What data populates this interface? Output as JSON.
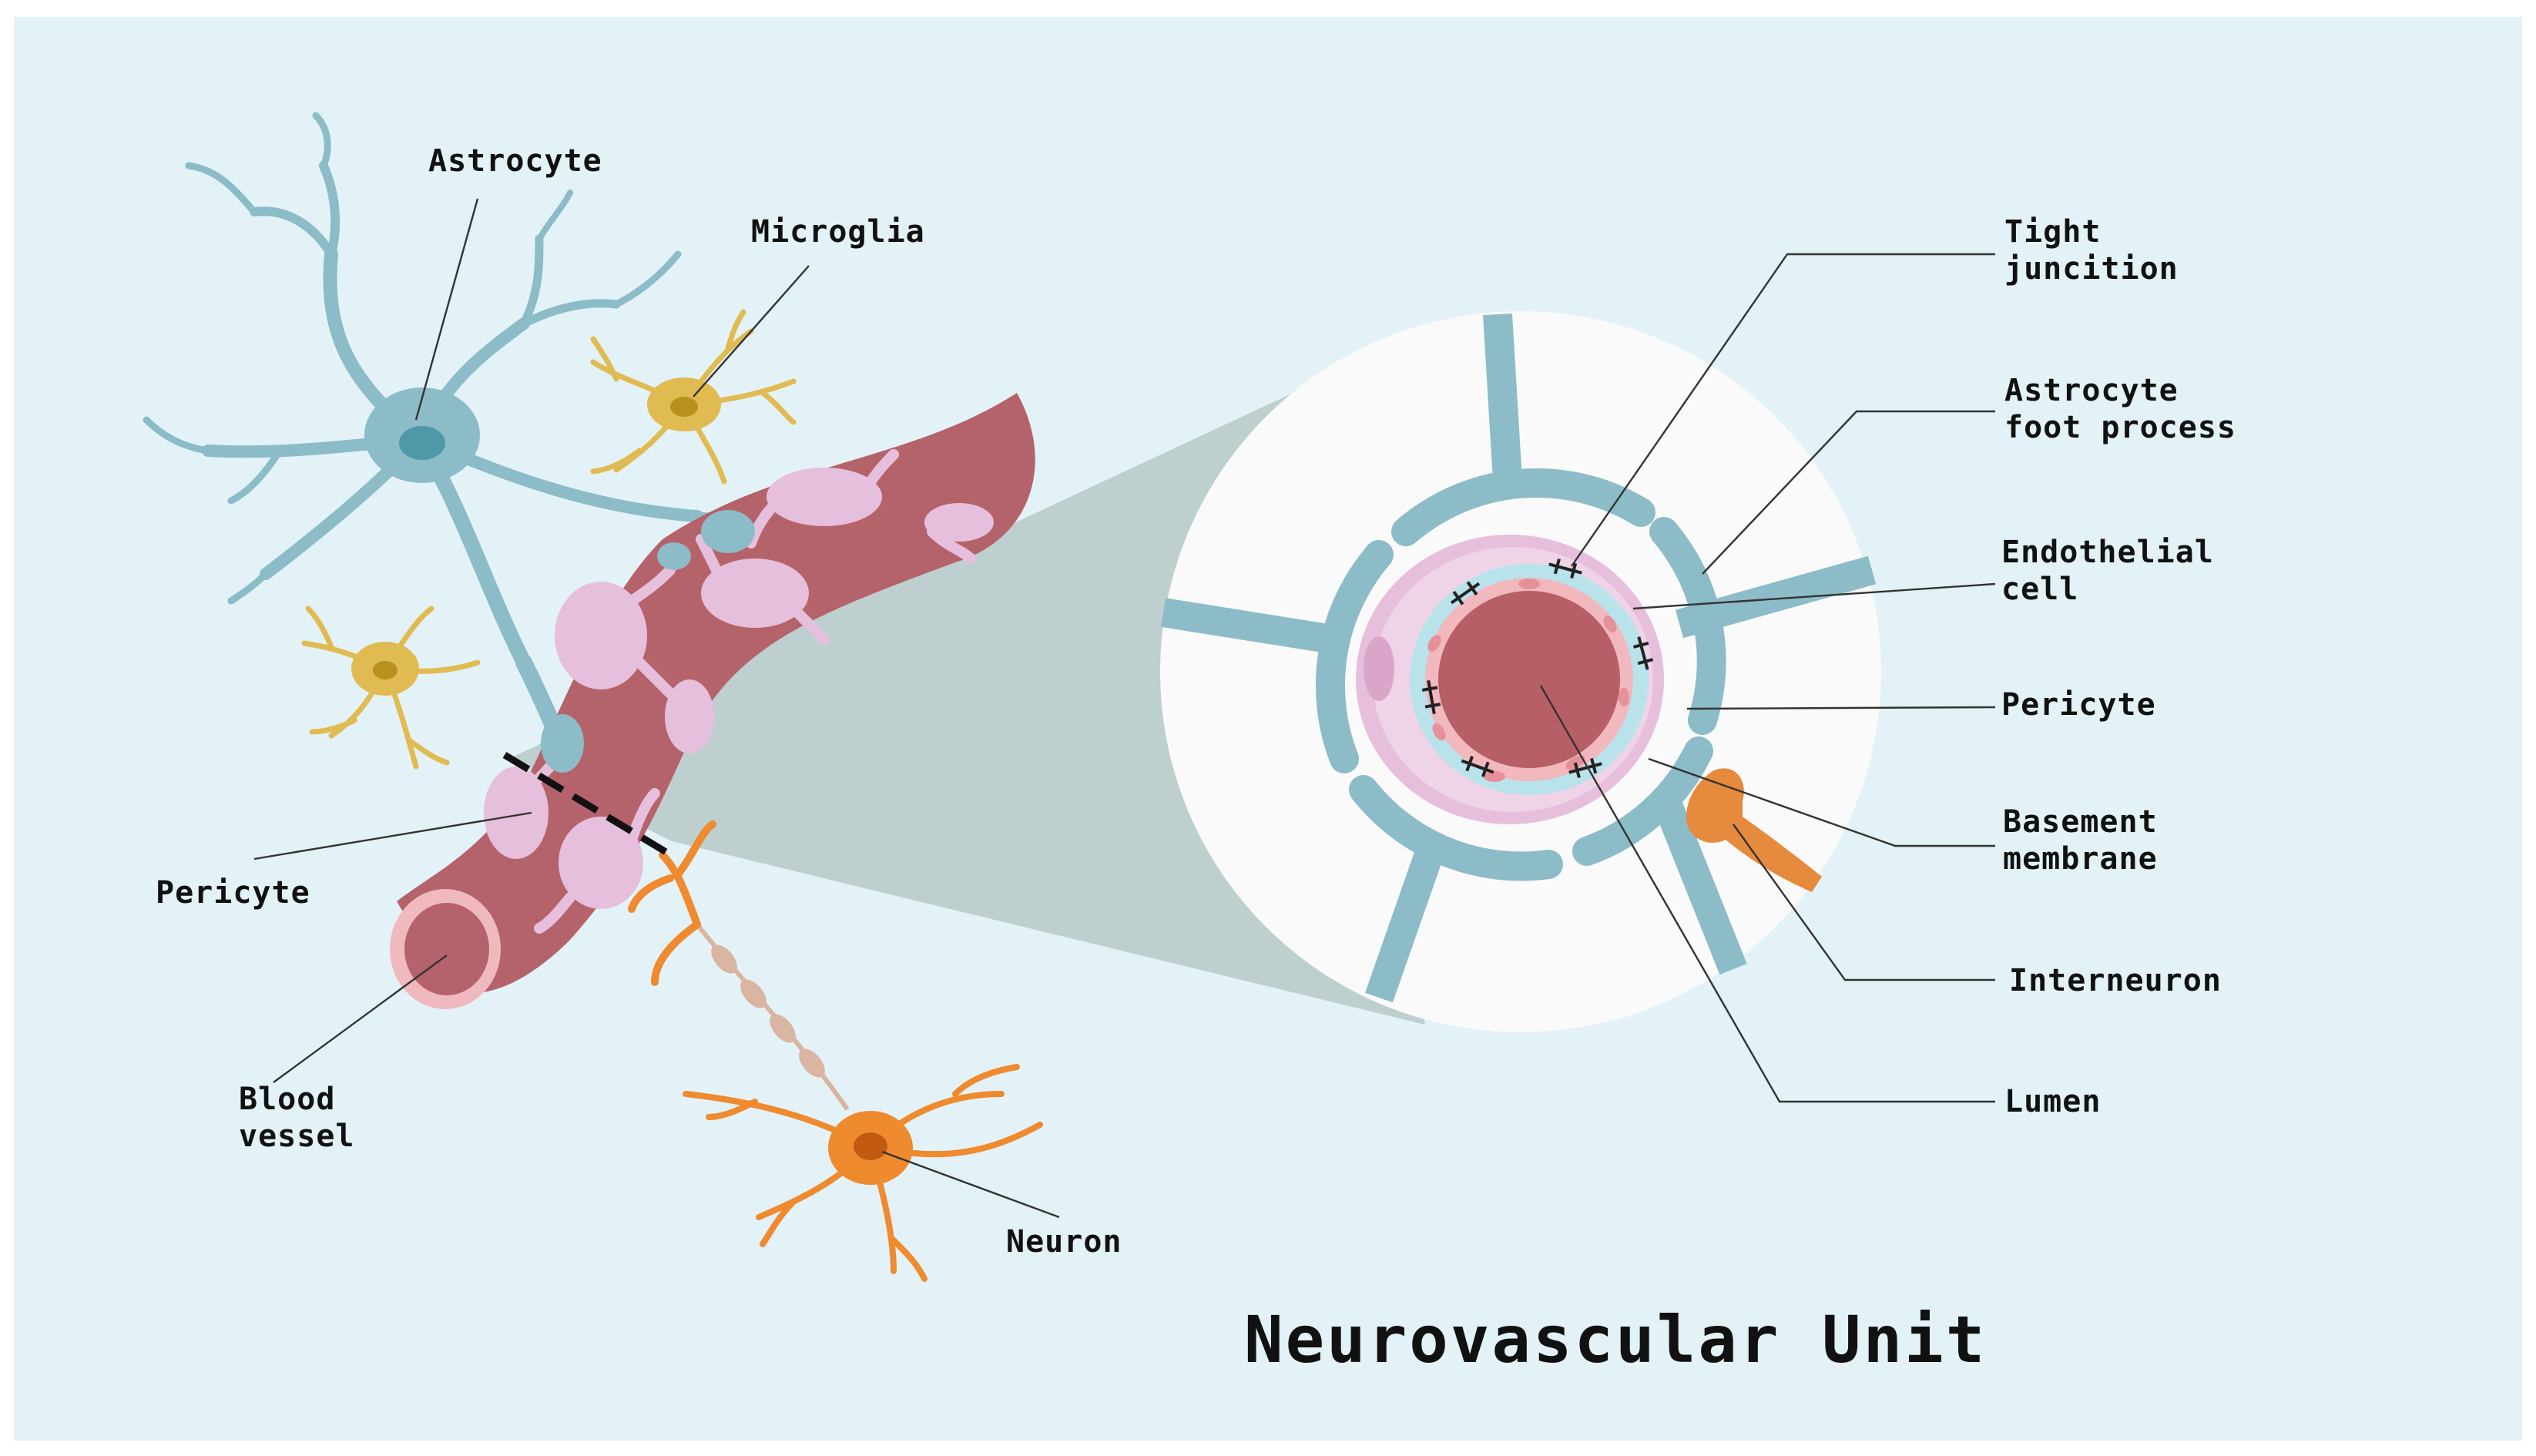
{
  "title": "Neurovascular Unit",
  "labels": {
    "astrocyte": "Astrocyte",
    "microglia": "Microglia",
    "pericyte_left": "Pericyte",
    "blood_vessel_1": "Blood",
    "blood_vessel_2": "vessel",
    "neuron": "Neuron",
    "tight_junction_1": "Tight",
    "tight_junction_2": "juncition",
    "astrocyte_foot_1": "Astrocyte",
    "astrocyte_foot_2": "foot process",
    "endothelial_1": "Endothelial",
    "endothelial_2": "cell",
    "pericyte_right": "Pericyte",
    "basement_1": "Basement",
    "basement_2": "membrane",
    "interneuron": "Interneuron",
    "lumen": "Lumen"
  },
  "colors": {
    "background": "#e3f2f7",
    "vessel": "#b5636a",
    "vessel_light": "#f0b9bd",
    "pericyte": "#e6bfdc",
    "astrocyte": "#8cbcc8",
    "astro_nucleus": "#4e98a8",
    "microglia": "#e0bb52",
    "microglia_nucleus": "#b8901e",
    "neuron": "#ef8a2e",
    "neuron_nucleus": "#c45a12",
    "axon": "#d9b5a2",
    "zoom_cone": "#bdd0cf",
    "lumen": "#b65f66",
    "endothelial": "#f1b8bd",
    "basement": "#b9e3ea"
  }
}
